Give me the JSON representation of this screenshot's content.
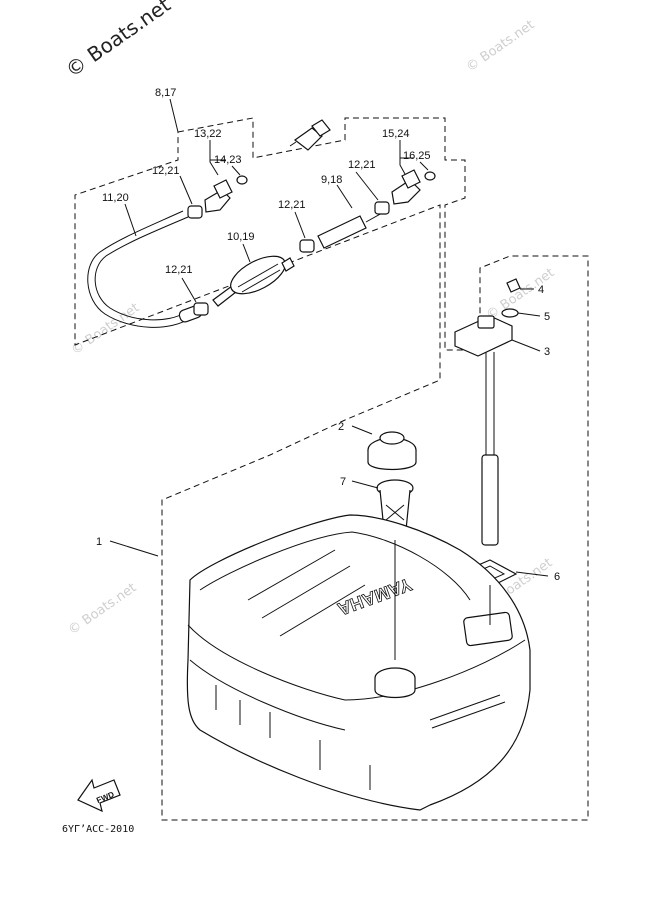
{
  "watermarks": {
    "top_left": "© Boats.net",
    "other": "© Boats.net"
  },
  "callouts": {
    "c_8_17": "8,17",
    "c_13_22": "13,22",
    "c_14_23": "14,23",
    "c_12_21_a": "12,21",
    "c_11_20": "11,20",
    "c_10_19": "10,19",
    "c_12_21_b": "12,21",
    "c_12_21_c": "12,21",
    "c_12_21_d": "12,21",
    "c_9_18": "9,18",
    "c_15_24": "15,24",
    "c_16_25": "16,25",
    "c_4": "4",
    "c_5": "5",
    "c_3": "3",
    "c_2": "2",
    "c_7": "7",
    "c_1": "1",
    "c_6": "6"
  },
  "tank_brand": "YAMAHA",
  "fwd_label": "FWD",
  "diagram_code": "6YΓ’ACC-2010"
}
